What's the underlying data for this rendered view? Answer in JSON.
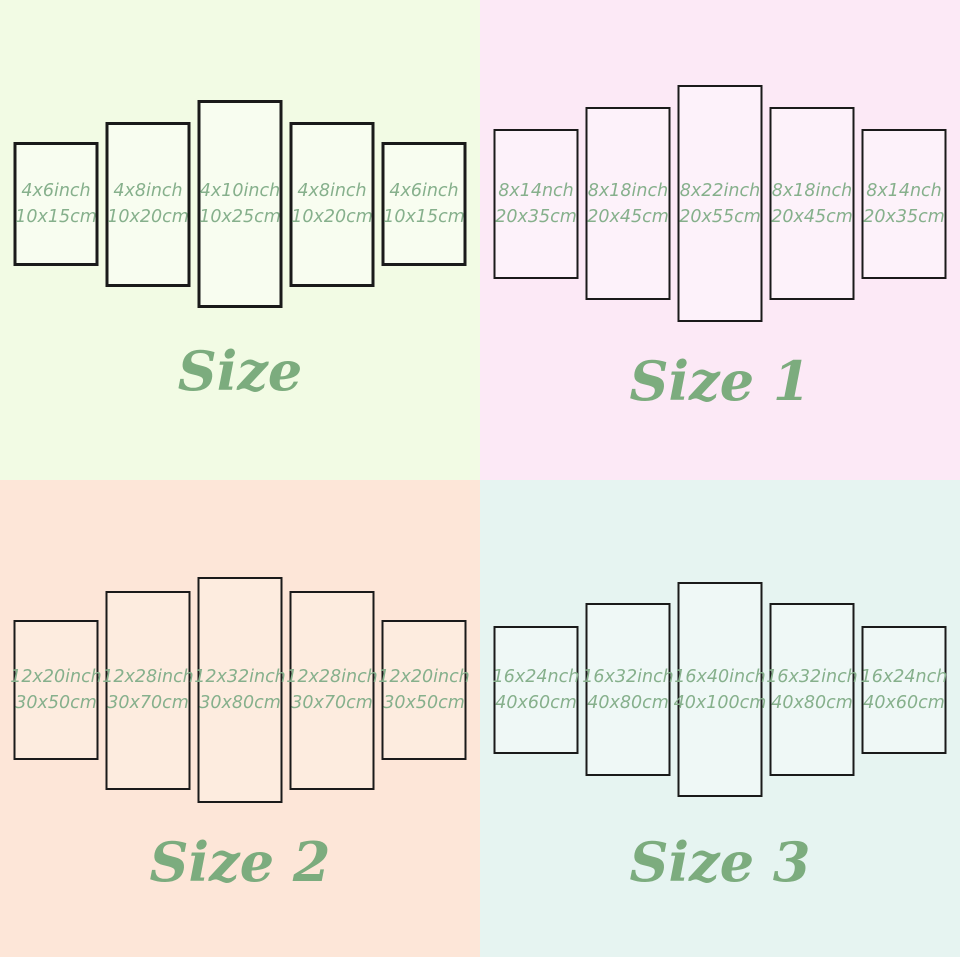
{
  "colors": {
    "panel_text": "#86b08c",
    "title": "#7cac7e",
    "panel_border": "#1a1a1a",
    "bottom_strip": "#ffffff"
  },
  "quadrants": [
    {
      "title": "Size",
      "colors": {
        "bg": "#f2fbe4",
        "panel": "#f8fdf0"
      },
      "panels": [
        {
          "inch": "4x6inch",
          "cm": "10x15cm"
        },
        {
          "inch": "4x8inch",
          "cm": "10x20cm"
        },
        {
          "inch": "4x10inch",
          "cm": "10x25cm"
        },
        {
          "inch": "4x8inch",
          "cm": "10x20cm"
        },
        {
          "inch": "4x6inch",
          "cm": "10x15cm"
        }
      ]
    },
    {
      "title": "Size 1",
      "colors": {
        "bg": "#fce9f6",
        "panel": "#fdf2fa"
      },
      "panels": [
        {
          "inch": "8x14nch",
          "cm": "20x35cm"
        },
        {
          "inch": "8x18inch",
          "cm": "20x45cm"
        },
        {
          "inch": "8x22inch",
          "cm": "20x55cm"
        },
        {
          "inch": "8x18inch",
          "cm": "20x45cm"
        },
        {
          "inch": "8x14nch",
          "cm": "20x35cm"
        }
      ]
    },
    {
      "title": "Size 2",
      "colors": {
        "bg": "#fde6d8",
        "panel": "#fdecdf"
      },
      "panels": [
        {
          "inch": "12x20inch",
          "cm": "30x50cm"
        },
        {
          "inch": "12x28inch",
          "cm": "30x70cm"
        },
        {
          "inch": "12x32inch",
          "cm": "30x80cm"
        },
        {
          "inch": "12x28inch",
          "cm": "30x70cm"
        },
        {
          "inch": "12x20inch",
          "cm": "30x50cm"
        }
      ]
    },
    {
      "title": "Size 3",
      "colors": {
        "bg": "#e6f4f1",
        "panel": "#eff8f6"
      },
      "panels": [
        {
          "inch": "16x24nch",
          "cm": "40x60cm"
        },
        {
          "inch": "16x32inch",
          "cm": "40x80cm"
        },
        {
          "inch": "16x40inch",
          "cm": "40x100cm"
        },
        {
          "inch": "16x32inch",
          "cm": "40x80cm"
        },
        {
          "inch": "16x24nch",
          "cm": "40x60cm"
        }
      ]
    }
  ]
}
